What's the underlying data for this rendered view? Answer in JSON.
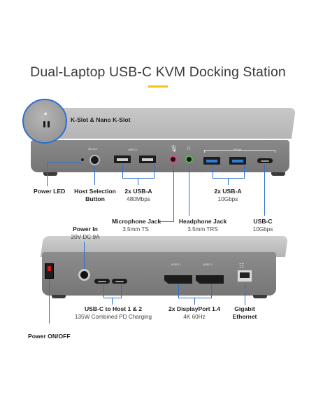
{
  "title": "Dual-Laptop USB-C KVM Docking Station",
  "colors": {
    "accent": "#f3c316",
    "callout": "#2c6fcf",
    "device": "#8a8989"
  },
  "front": {
    "kslot": "K-Slot & Nano K-Slot",
    "power_led": "Power LED",
    "host_select": {
      "line1": "Host Selection",
      "line2": "Button"
    },
    "usb_a_480": {
      "name": "2x USB-A",
      "spec": "480Mbps"
    },
    "usb_a_10g": {
      "name": "2x USB-A",
      "spec": "10Gbps"
    },
    "mic": {
      "name": "Microphone Jack",
      "spec": "3.5mm TS"
    },
    "headphone": {
      "name": "Headphone Jack",
      "spec": "3.5mm TRS"
    },
    "usb_c": {
      "name": "USB-C",
      "spec": "10Gbps"
    },
    "silk_select": "SELECT",
    "silk_usb2": "USB 2.0",
    "silk_10gbps": "10Gbps"
  },
  "rear": {
    "power_in": {
      "name": "Power In",
      "spec": "20V DC 9A"
    },
    "power_switch": "Power ON/OFF",
    "usbc_host": {
      "name": "USB-C to Host 1 & 2",
      "spec": "135W Combined PD Charging"
    },
    "displayport": {
      "name": "2x DisplayPort 1.4",
      "spec": "4K 60Hz"
    },
    "ethernet": {
      "line1": "Gigabit",
      "line2": "Ethernet"
    },
    "silk_video1": "VIDEO 1",
    "silk_video2": "VIDEO 2"
  },
  "icons": [
    "lock-icon",
    "microphone-icon",
    "headphone-icon",
    "ethernet-icon"
  ]
}
